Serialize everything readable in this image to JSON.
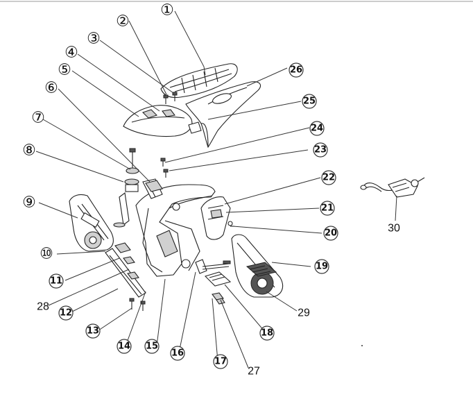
{
  "callouts": {
    "c1": "①",
    "c2": "②",
    "c3": "③",
    "c4": "④",
    "c5": "⑤",
    "c6": "⑥",
    "c7": "⑦",
    "c8": "⑧",
    "c9": "⑨",
    "c10": "⑩",
    "c11": "11",
    "c12": "12",
    "c13": "13",
    "c14": "14",
    "c15": "15",
    "c16": "16",
    "c17": "17",
    "c18": "18",
    "c19": "19",
    "c20": "20",
    "c21": "21",
    "c22": "22",
    "c23": "23",
    "c24": "24",
    "c25": "25",
    "c26": "26"
  },
  "labels": {
    "l27": "27",
    "l28": "28",
    "l29": "29",
    "l30": "30"
  }
}
